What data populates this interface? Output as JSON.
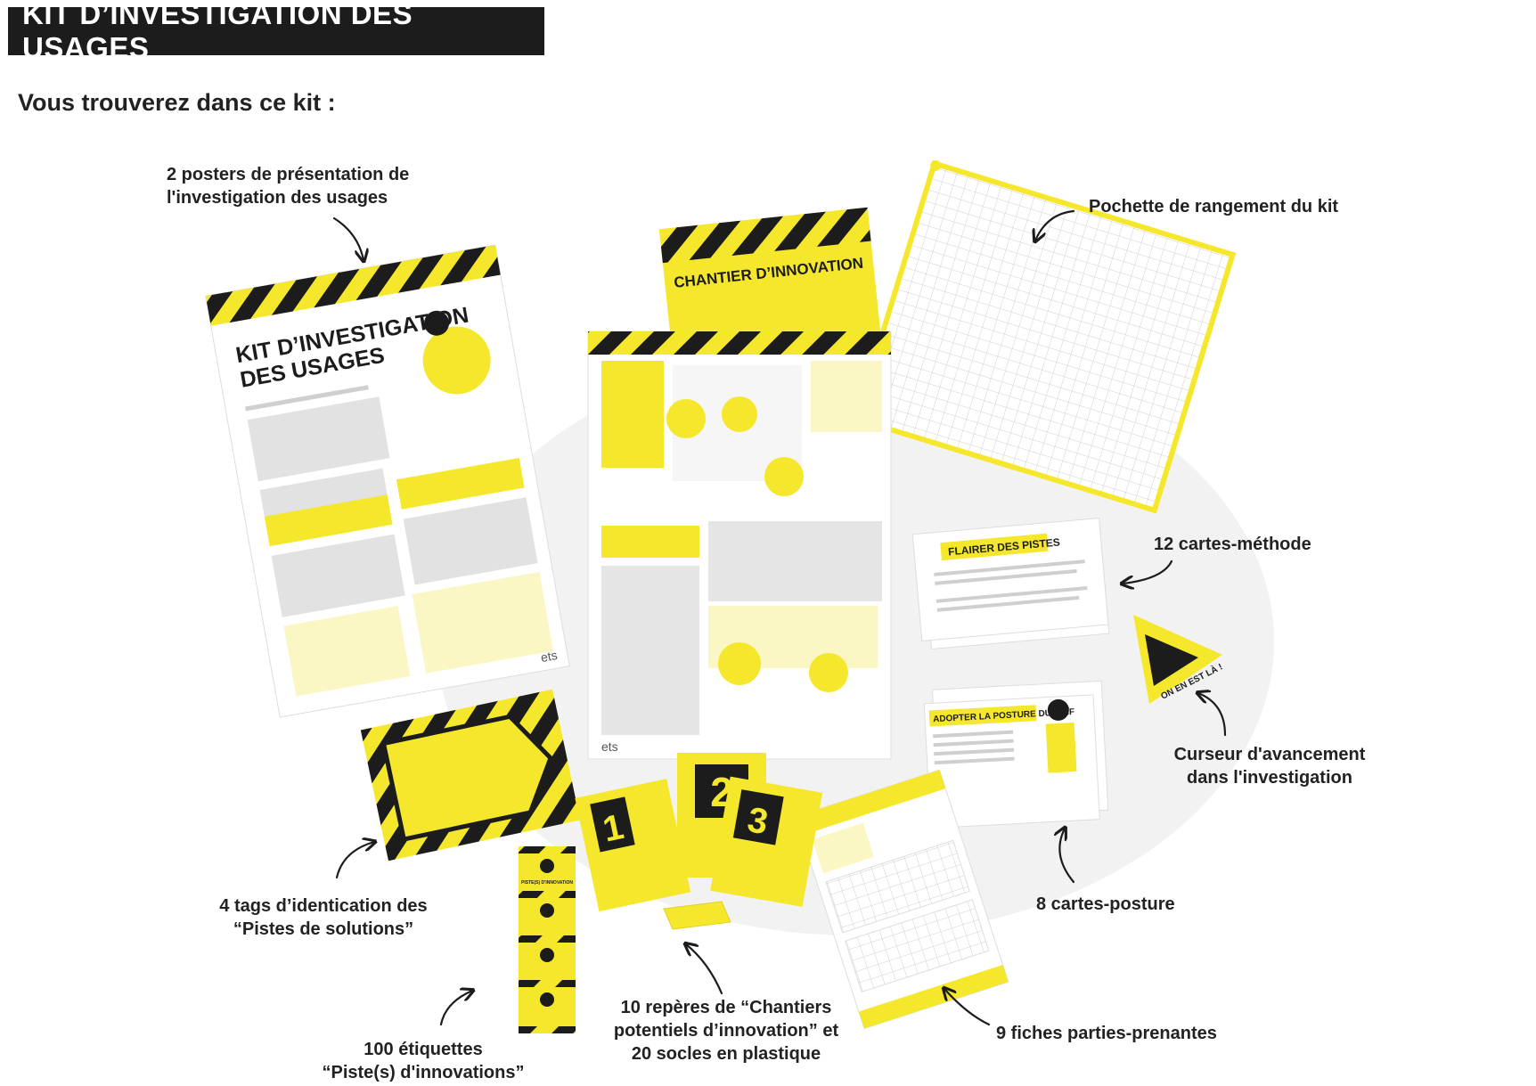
{
  "header": {
    "title": "KIT D’INVESTIGATION DES USAGES"
  },
  "intro": {
    "subtitle": "Vous trouverez dans ce kit :"
  },
  "items": {
    "posters": "2 posters de présentation de\nl'investigation des usages",
    "pouch": "Pochette de rangement du kit",
    "method_cards": "12 cartes-méthode",
    "progress_cursor": "Curseur d'avancement\ndans l'investigation",
    "posture_cards": "8 cartes-posture",
    "stakeholder_sheets": "9 fiches parties-prenantes",
    "markers": "10 repères de “Chantiers\npotentiels d’innovation” et\n20 socles en plastique",
    "labels_stickers": "100 étiquettes\n“Piste(s) d'innovations”",
    "tags": "4 tags d’identication des\n“Pistes de solutions”"
  },
  "illustration_text": {
    "poster_title": "KIT D’INVESTIGATION",
    "poster_title_2": "DES USAGES",
    "folder_title": "CHANTIER D’INNOVATION",
    "method_card_title": "FLAIRER DES PISTES",
    "posture_card_title": "ADOPTER LA POSTURE DU NAÏF",
    "cursor_text": "ON EN EST LÀ !",
    "marker_1": "1",
    "marker_2": "2",
    "marker_3": "3",
    "sticker_text": "PISTE(S) D'INNOVATION",
    "logo_text": "ets"
  },
  "colors": {
    "yellow": "#f5e72c",
    "black": "#1c1c1c",
    "grey_shadow": "#f1f1f1"
  }
}
